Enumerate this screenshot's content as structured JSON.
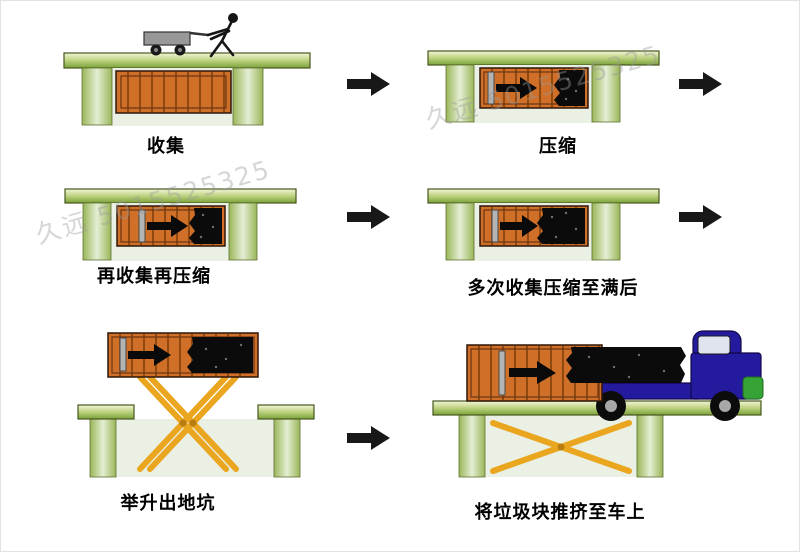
{
  "panels": [
    {
      "id": "collect",
      "label": "收集"
    },
    {
      "id": "compress",
      "label": "压缩"
    },
    {
      "id": "recollect-recompress",
      "label": "再收集再压缩"
    },
    {
      "id": "collect-until-full",
      "label": "多次收集压缩至满后"
    },
    {
      "id": "lift-out-of-pit",
      "label": "举升出地坑"
    },
    {
      "id": "push-onto-truck",
      "label": "将垃圾块推挤至车上"
    }
  ],
  "watermark": {
    "text": "久远 5015525325"
  },
  "icons": {
    "flow_arrow": "black right arrow ➡",
    "push_arrow": "black right arrow inside container ➡"
  },
  "colors": {
    "background": "#ffffff",
    "ground_green": "#7ba238",
    "pit_light": "#eaf0e4",
    "container_orange": "#cf6f28",
    "stripe_brown": "#8a4510",
    "garbage_black": "#0b0b0b",
    "ram_gray": "#b4b4b4",
    "truck_blue": "#241a9e",
    "bumper_green": "#36a336",
    "lift_orange": "#eaa61e",
    "arrow_black": "#181818"
  }
}
